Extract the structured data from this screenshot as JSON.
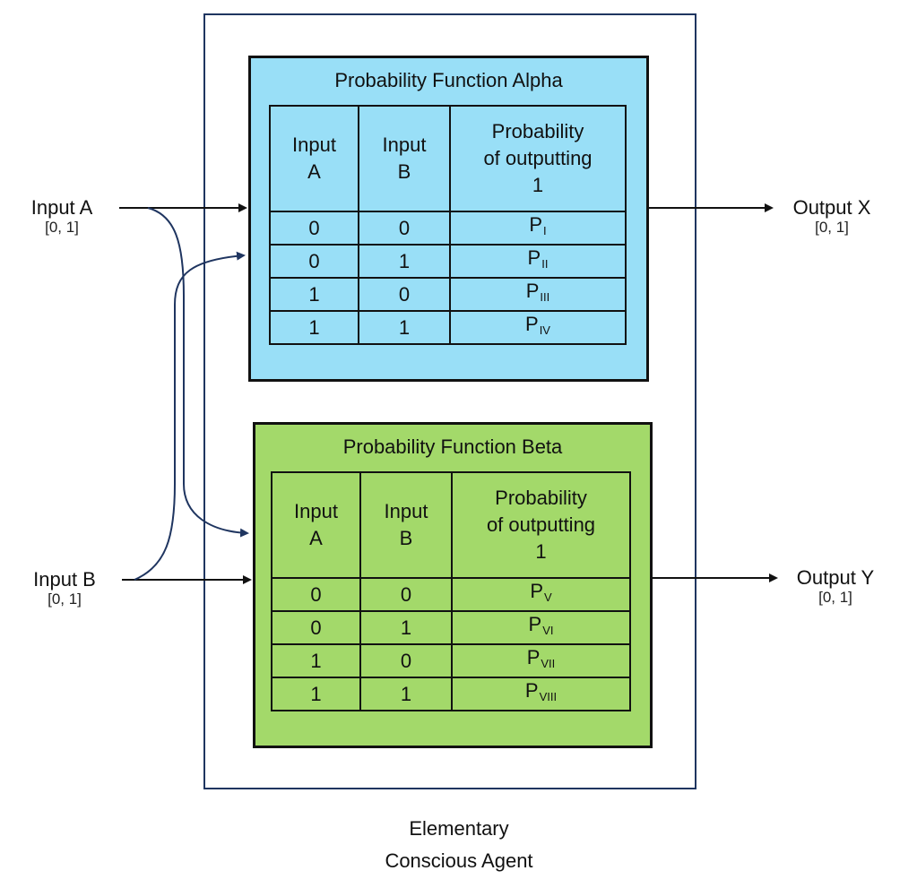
{
  "diagram": {
    "caption_line1": "Elementary",
    "caption_line2": "Conscious Agent",
    "colors": {
      "outer_frame": "#1f3560",
      "alpha_fill": "#99dff7",
      "beta_fill": "#a3d96a",
      "cross_wire": "#1f3560",
      "direct_wire": "#111111"
    },
    "inputs": [
      {
        "label": "Input A",
        "range": "[0, 1]"
      },
      {
        "label": "Input B",
        "range": "[0, 1]"
      }
    ],
    "outputs": [
      {
        "label": "Output X",
        "range": "[0, 1]"
      },
      {
        "label": "Output Y",
        "range": "[0, 1]"
      }
    ],
    "functions": [
      {
        "title": "Probability Function Alpha",
        "headers": {
          "col1_line1": "Input",
          "col1_line2": "A",
          "col2_line1": "Input",
          "col2_line2": "B",
          "col3_line1": "Probability",
          "col3_line2": "of outputting",
          "col3_line3": "1"
        },
        "rows": [
          {
            "a": "0",
            "b": "0",
            "p": "P",
            "sub": "I"
          },
          {
            "a": "0",
            "b": "1",
            "p": "P",
            "sub": "II"
          },
          {
            "a": "1",
            "b": "0",
            "p": "P",
            "sub": "III"
          },
          {
            "a": "1",
            "b": "1",
            "p": "P",
            "sub": "IV"
          }
        ]
      },
      {
        "title": "Probability Function Beta",
        "headers": {
          "col1_line1": "Input",
          "col1_line2": "A",
          "col2_line1": "Input",
          "col2_line2": "B",
          "col3_line1": "Probability",
          "col3_line2": "of outputting",
          "col3_line3": "1"
        },
        "rows": [
          {
            "a": "0",
            "b": "0",
            "p": "P",
            "sub": "V"
          },
          {
            "a": "0",
            "b": "1",
            "p": "P",
            "sub": "VI"
          },
          {
            "a": "1",
            "b": "0",
            "p": "P",
            "sub": "VII"
          },
          {
            "a": "1",
            "b": "1",
            "p": "P",
            "sub": "VIII"
          }
        ]
      }
    ]
  }
}
